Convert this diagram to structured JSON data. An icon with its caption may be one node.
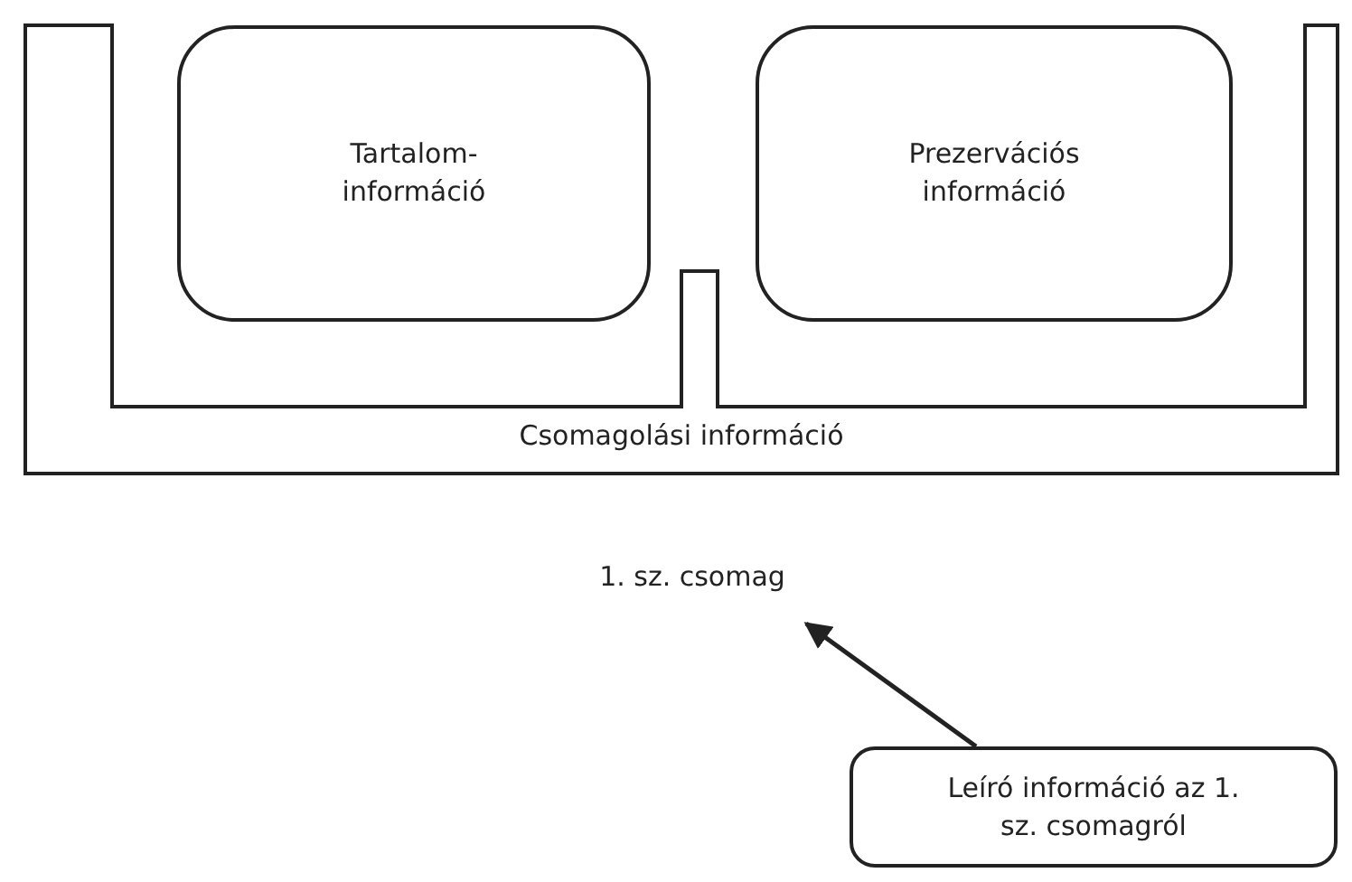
{
  "diagram": {
    "nodes": [
      {
        "text": [
          "Csomagolási információ"
        ]
      },
      {
        "text": [
          "Tartalom- információ"
        ],
        "in": 0
      },
      {
        "text": [
          "Prezervációs információ"
        ],
        "in": 0
      },
      {
        "text": [
          "1. sz. csomag"
        ]
      },
      {
        "text": [
          "Leíró információ az 1. sz. csomagról"
        ]
      }
    ],
    "edges": [
      {
        "from": 4,
        "to": 3,
        "arrow": "to"
      }
    ]
  }
}
